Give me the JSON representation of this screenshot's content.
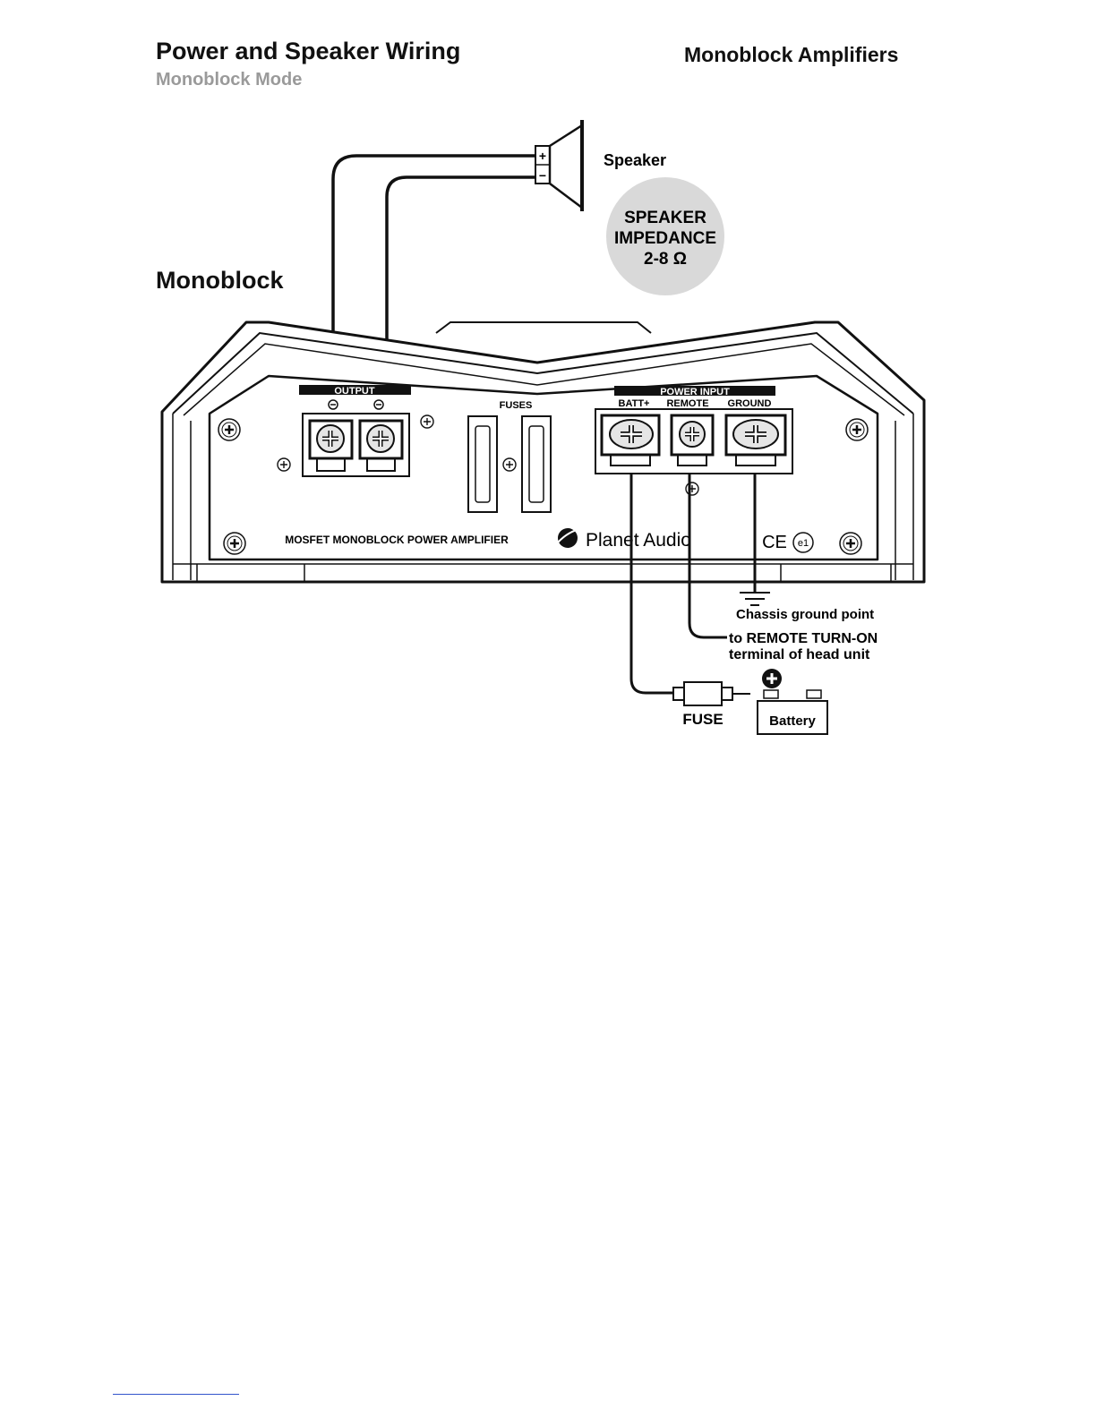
{
  "header": {
    "title": "Power and Speaker Wiring",
    "subtitle": "Monoblock Mode",
    "right_title": "Monoblock Amplifiers"
  },
  "section_title": "Monoblock",
  "speaker": {
    "label": "Speaker",
    "plus": "+",
    "minus": "−"
  },
  "impedance": {
    "line1": "SPEAKER",
    "line2": "IMPEDANCE",
    "line3": "2-8 Ω"
  },
  "amplifier": {
    "output_label": "OUTPUT",
    "fuses_label": "FUSES",
    "power_input_label": "POWER INPUT",
    "batt_label": "BATT+",
    "remote_label": "REMOTE",
    "ground_label": "GROUND",
    "model_text": "MOSFET MONOBLOCK POWER AMPLIFIER",
    "brand": "Planet Audio",
    "ce_mark": "CE",
    "e_mark": "e1"
  },
  "connections": {
    "chassis_ground": "Chassis ground point",
    "remote_line1": "to REMOTE TURN-ON",
    "remote_line2": "terminal of head unit",
    "fuse_label": "FUSE",
    "battery_label": "Battery"
  }
}
